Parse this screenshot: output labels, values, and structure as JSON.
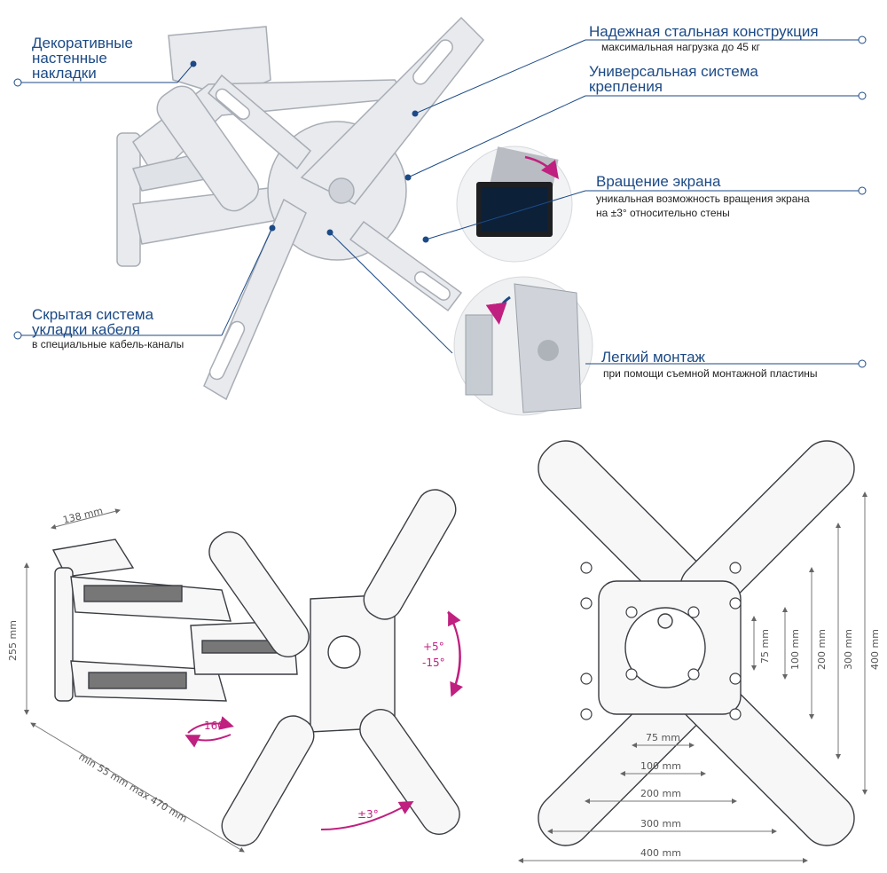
{
  "colors": {
    "accent": "#1c4a86",
    "rotation": "#c0207f",
    "line": "#1c4a86",
    "bracket": "#e6e8ec",
    "bracket_edge": "#9aa0a8"
  },
  "callouts": {
    "decor": {
      "title_l1": "Декоративные",
      "title_l2": "настенные",
      "title_l3": "накладки"
    },
    "steel": {
      "title": "Надежная стальная конструкция",
      "sub": "максимальная нагрузка до 45 кг"
    },
    "universal": {
      "title_l1": "Универсальная система",
      "title_l2": "крепления"
    },
    "rotation": {
      "title": "Вращение экрана",
      "sub_l1": "уникальная возможность вращения экрана",
      "sub_l2": "на ±3° относительно стены"
    },
    "cable": {
      "title_l1": "Скрытая система",
      "title_l2": "укладки кабеля",
      "sub": "в специальные кабель-каналы"
    },
    "install": {
      "title": "Легкий монтаж",
      "sub": "при помощи съемной монтажной пластины"
    }
  },
  "side_view": {
    "dim_width": "138 mm",
    "dim_height": "255 mm",
    "dim_reach": "min 55 mm max 470 mm",
    "swivel": "160°",
    "tilt_up": "+5°",
    "tilt_down": "-15°",
    "rotate": "±3°"
  },
  "front_view": {
    "v75": "75 mm",
    "v100": "100 mm",
    "v200": "200 mm",
    "v300": "300 mm",
    "v400": "400 mm",
    "h75": "75 mm",
    "h100": "100 mm",
    "h200": "200 mm",
    "h300": "300 mm",
    "h400": "400 mm"
  }
}
